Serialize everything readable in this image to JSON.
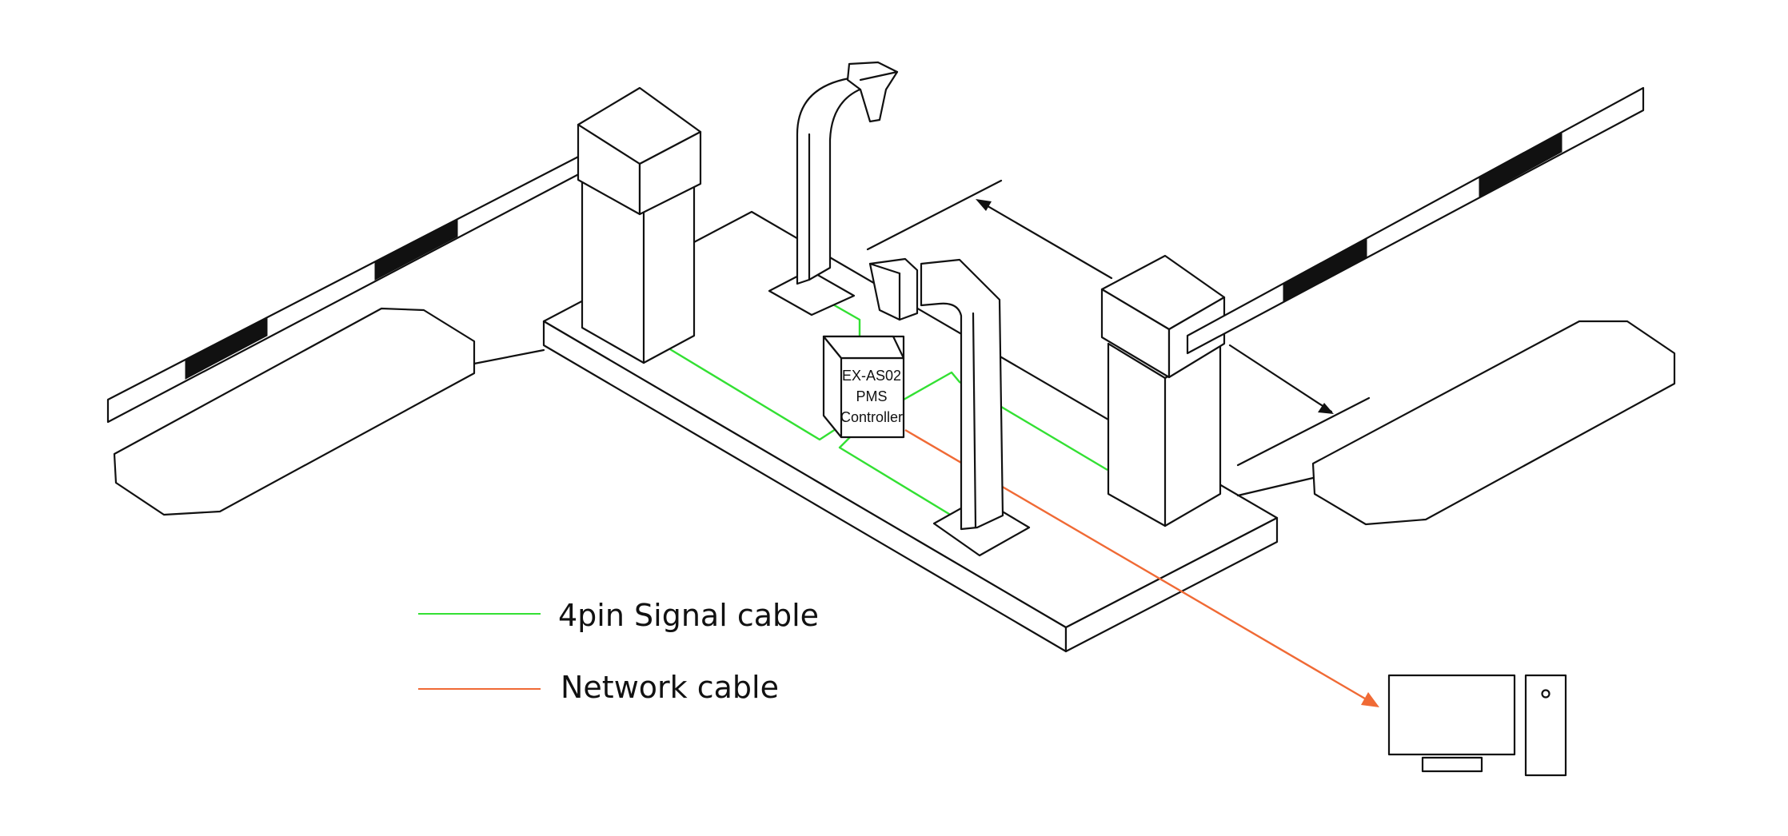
{
  "controller": {
    "line1": "EX-AS02",
    "line2": "PMS",
    "line3": "Controller"
  },
  "legend": {
    "signal_label": "4pin Signal cable",
    "network_label": "Network cable"
  },
  "colors": {
    "signal_cable": "#33e033",
    "network_cable": "#f06a35",
    "outline": "#111111"
  }
}
